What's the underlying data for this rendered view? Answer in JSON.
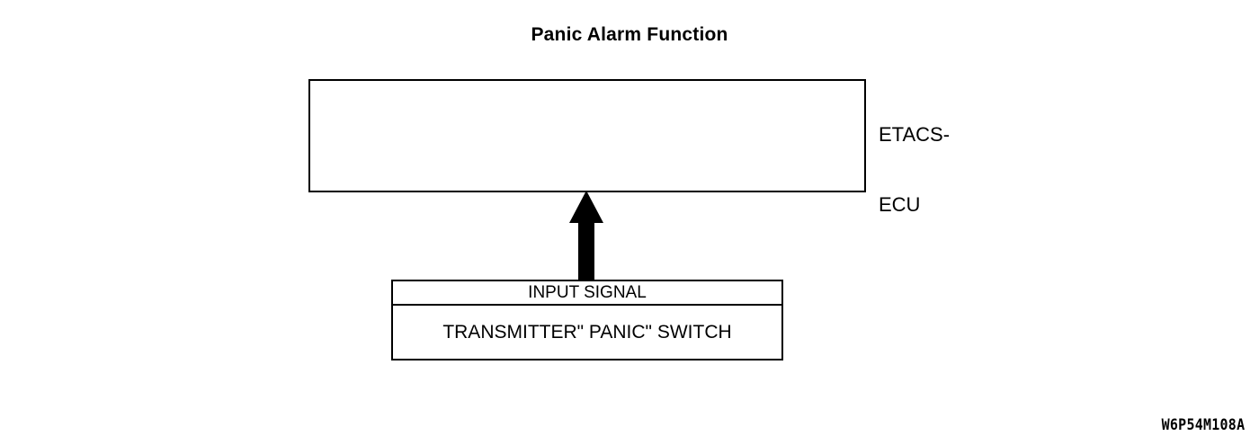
{
  "figure": {
    "title": "Panic Alarm Function",
    "reference_code": "W6P54M108A",
    "background_color": "#ffffff",
    "line_color": "#000000"
  },
  "ecu": {
    "label_line1": "ETACS-",
    "label_line2": "ECU",
    "box_contents": ""
  },
  "arrow": {
    "name": "input-signal-arrow",
    "direction": "up",
    "color": "#000000"
  },
  "input_block": {
    "header": "INPUT SIGNAL",
    "items": [
      "TRANSMITTER\" PANIC\" SWITCH"
    ]
  }
}
